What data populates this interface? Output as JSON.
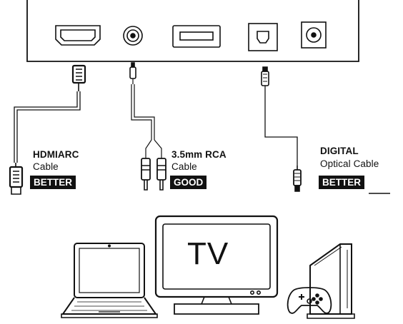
{
  "connections": {
    "hdmi": {
      "title": "HDMIARC",
      "subtitle": "Cable",
      "rating": "BETTER",
      "port_icon": "hdmi-port-icon",
      "plug_icon": "hdmi-plug-icon"
    },
    "rca": {
      "title": "3.5mm RCA",
      "subtitle": "Cable",
      "rating": "GOOD",
      "port_icon": "aux-jack-icon",
      "plug_icon": "rca-plug-icon"
    },
    "optical": {
      "title": "DIGITAL",
      "subtitle": "Optical Cable",
      "rating": "BETTER",
      "port_icon": "optical-port-icon",
      "plug_icon": "optical-plug-icon"
    }
  },
  "devices": {
    "tv": {
      "label": "TV",
      "icon": "tv-icon"
    },
    "laptop": {
      "icon": "laptop-icon"
    },
    "console": {
      "icon": "game-console-icon"
    },
    "controller": {
      "icon": "gamepad-icon"
    }
  },
  "colors": {
    "line": "#111111",
    "badge_bg": "#111111",
    "badge_text": "#ffffff",
    "background": "#ffffff"
  }
}
